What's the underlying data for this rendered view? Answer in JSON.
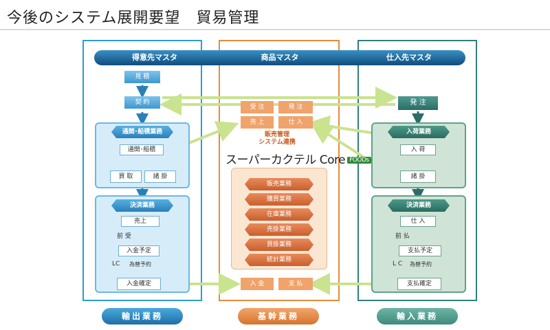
{
  "page": {
    "title": "今後のシステム展開要望　貿易管理"
  },
  "colors": {
    "export": "#2e9bd3",
    "core": "#e68b3c",
    "import": "#2e7f7c",
    "arrow": "#c9e38f"
  },
  "masters": {
    "customer": "得意先マスタ",
    "product": "商品マスタ",
    "supplier": "仕入先マスタ"
  },
  "export": {
    "estimate": "見 積",
    "contract": "契 約",
    "customs_group": "通関･船積業務",
    "customs_item": "通関･船積",
    "purchase": "買 取",
    "discount": "諸 掛",
    "settle_group": "決済業務",
    "sales": "売上",
    "advance": "前 受",
    "deposit_plan": "入金予定",
    "lc": "LC",
    "fx": "為替予約",
    "deposit_confirm": "入金確定",
    "label": "輸出業務"
  },
  "core": {
    "receive_order": "受 注",
    "place_order": "発 注",
    "sales": "売 上",
    "purchase": "仕 入",
    "link": "販売管理\nシステム連携",
    "logo_main": "スーパーカクテル Core",
    "logo_badge": "FOODs",
    "modules": [
      "販売業務",
      "購買業務",
      "在庫業務",
      "売掛業務",
      "買掛業務",
      "統計業務"
    ],
    "deposit": "入 金",
    "payment": "支 払",
    "label": "基幹業務"
  },
  "import": {
    "order": "発 注",
    "arrival_group": "入荷業務",
    "arrival": "入 荷",
    "discount": "諸 掛",
    "settle_group": "決済業務",
    "purchase": "仕 入",
    "prepay": "前 払",
    "pay_plan": "支払予定",
    "lc": "L C",
    "fx": "為替予約",
    "pay_confirm": "支払確定",
    "label": "輸入業務"
  }
}
